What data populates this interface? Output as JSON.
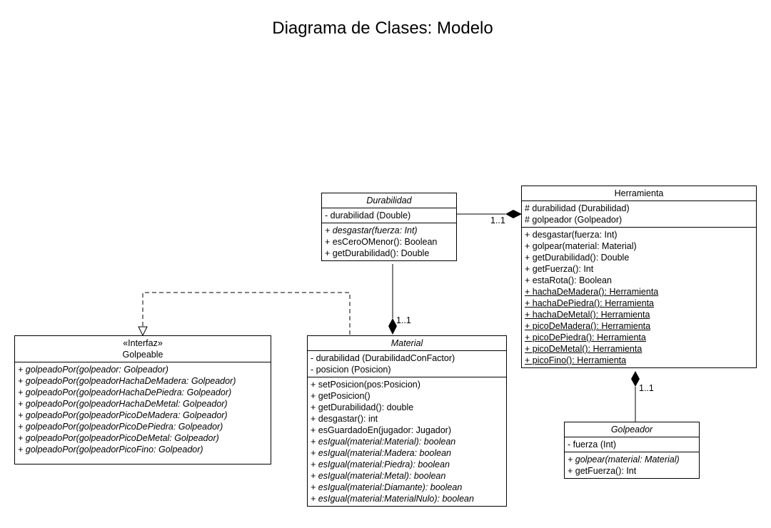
{
  "title": "Diagrama de Clases: Modelo",
  "classes": {
    "durabilidad": {
      "name": "Durabilidad",
      "attributes": [
        "- durabilidad (Double)"
      ],
      "methods": [
        "+ desgastar(fuerza: Int)",
        "+ esCeroOMenor(): Boolean",
        "+ getDurabilidad(): Double"
      ]
    },
    "herramienta": {
      "name": "Herramienta",
      "attributes": [
        "# durabilidad (Durabilidad)",
        "# golpeador (Golpeador)"
      ],
      "methods": [
        "+ desgastar(fuerza: Int)",
        "+ golpear(material: Material)",
        "+ getDurabilidad(): Double",
        "+ getFuerza(): Int",
        "+ estaRota(): Boolean",
        "+ hachaDeMadera(): Herramienta",
        "+ hachaDePiedra(): Herramienta",
        "+ hachaDeMetal(): Herramienta",
        "+ picoDeMadera(): Herramienta",
        "+ picoDePiedra(): Herramienta",
        "+ picoDeMetal(): Herramienta",
        "+ picoFino(): Herramienta"
      ]
    },
    "golpeable": {
      "stereotype": "«Interfaz»",
      "name": "Golpeable",
      "methods": [
        "+ golpeadoPor(golpeador: Golpeador)",
        "+ golpeadoPor(golpeadorHachaDeMadera: Golpeador)",
        "+ golpeadoPor(golpeadorHachaDePiedra: Golpeador)",
        "+ golpeadoPor(golpeadorHachaDeMetal: Golpeador)",
        "+ golpeadoPor(golpeadorPicoDeMadera: Golpeador)",
        "+ golpeadoPor(golpeadorPicoDePiedra: Golpeador)",
        "+ golpeadoPor(golpeadorPicoDeMetal: Golpeador)",
        "+ golpeadoPor(golpeadorPicoFino: Golpeador)"
      ]
    },
    "material": {
      "name": "Material",
      "attributes": [
        "- durabilidad (DurabilidadConFactor)",
        "- posicion (Posicion)"
      ],
      "methods": [
        "+ setPosicion(pos:Posicion)",
        "+ getPosicion()",
        "+ getDurabilidad(): double",
        "+ desgastar(): int",
        "+ esGuardadoEn(jugador: Jugador)",
        "+ esIgual(material:Material): boolean",
        "+ esIgual(material:Madera: boolean",
        "+ esIgual(material:Piedra): boolean",
        "+ esIgual(material:Metal): boolean",
        "+ esIgual(material:Diamante): boolean",
        "+ esIgual(material:MaterialNulo): boolean"
      ]
    },
    "golpeador": {
      "name": "Golpeador",
      "attributes": [
        "- fuerza (Int)"
      ],
      "methods": [
        "+ golpear(material: Material)",
        "+ getFuerza(): Int"
      ]
    }
  },
  "multiplicities": {
    "herramienta_durabilidad": "1..1",
    "material_durabilidad": "1..1",
    "herramienta_golpeador": "1..1"
  }
}
